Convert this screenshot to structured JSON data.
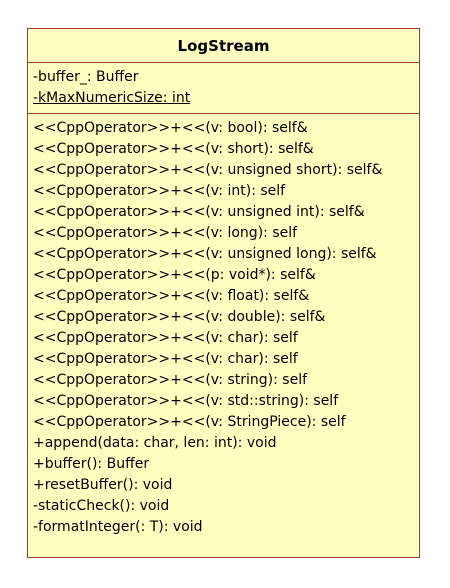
{
  "class_diagram": {
    "class_name": "LogStream",
    "attributes": [
      {
        "text": "-buffer_: Buffer",
        "static": false
      },
      {
        "text": "-kMaxNumericSize: int",
        "static": true
      }
    ],
    "operations": [
      "<<CppOperator>>+<<(v: bool): self&",
      "<<CppOperator>>+<<(v: short): self&",
      "<<CppOperator>>+<<(v: unsigned short): self&",
      "<<CppOperator>>+<<(v: int): self",
      "<<CppOperator>>+<<(v: unsigned int): self&",
      "<<CppOperator>>+<<(v: long): self",
      "<<CppOperator>>+<<(v: unsigned long): self&",
      "<<CppOperator>>+<<(p: void*): self&",
      "<<CppOperator>>+<<(v: float): self&",
      "<<CppOperator>>+<<(v: double): self&",
      "<<CppOperator>>+<<(v: char): self",
      "<<CppOperator>>+<<(v: char): self",
      "<<CppOperator>>+<<(v: string): self",
      "<<CppOperator>>+<<(v: std::string): self",
      "<<CppOperator>>+<<(v: StringPiece): self",
      "+append(data: char, len: int): void",
      "+buffer(): Buffer",
      "+resetBuffer(): void",
      "-staticCheck(): void",
      "-formatInteger(: T): void"
    ],
    "colors": {
      "fill": "#ffffc0",
      "border": "#9a3a3a",
      "text": "#000000"
    }
  }
}
